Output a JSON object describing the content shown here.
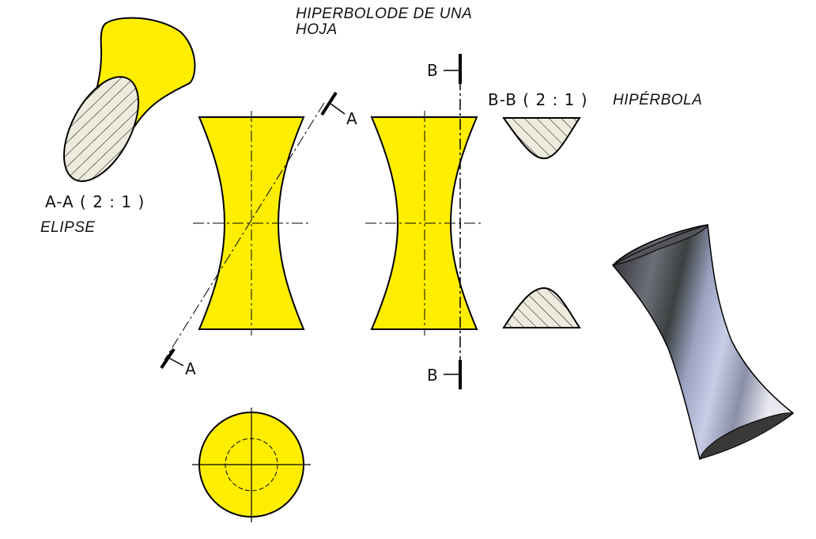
{
  "title": {
    "line1": "HIPERBOLODE DE UNA",
    "line2": "HOJA"
  },
  "sections": {
    "aa": {
      "label": "A-A ( 2 : 1 )",
      "curve": "ELIPSE"
    },
    "bb": {
      "label": "B-B ( 2 : 1 )",
      "curve": "HIPÉRBOLA"
    }
  },
  "cut_marks": {
    "a_top": "A",
    "a_bottom": "A",
    "b_top": "B",
    "b_bottom": "B"
  },
  "colors": {
    "fill": "#FFEE00",
    "hatch_fill": "#EDEBDD",
    "line": "#000000"
  }
}
